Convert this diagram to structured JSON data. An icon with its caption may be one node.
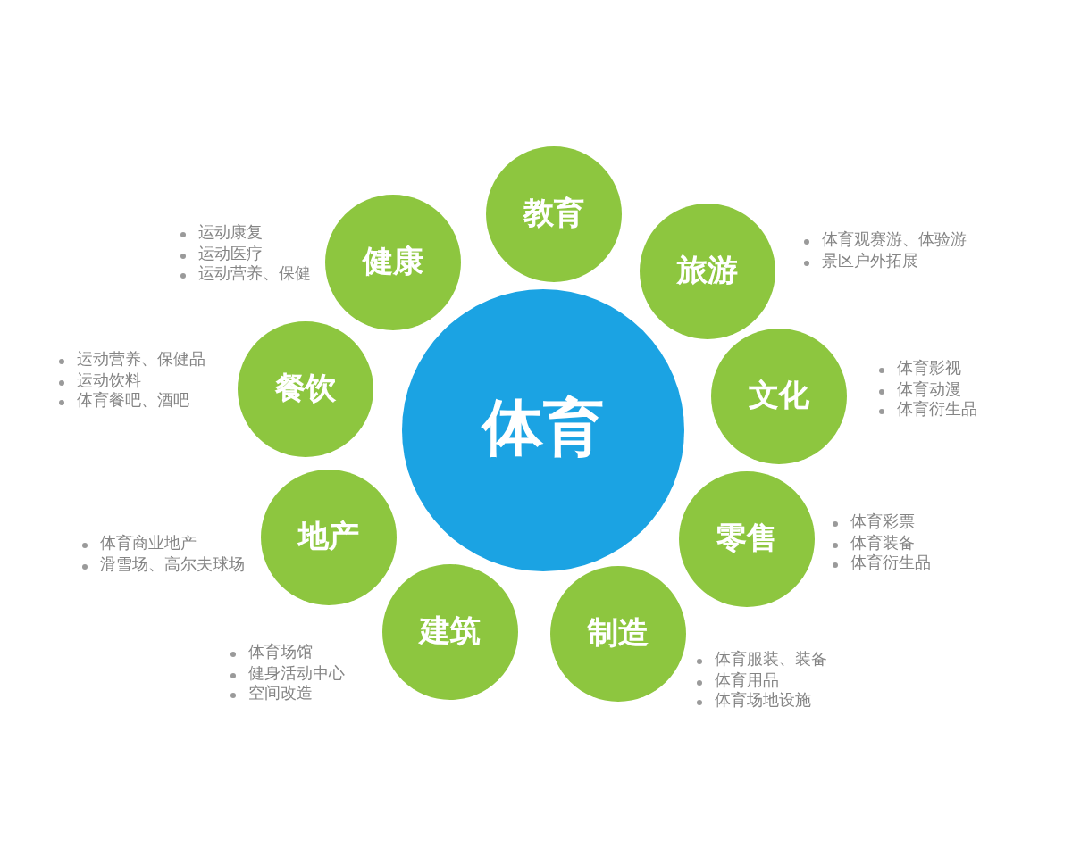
{
  "diagram": {
    "nodes": [
      {
        "text": [
          "体育"
        ]
      },
      {
        "text": [
          "教育"
        ]
      },
      {
        "text": [
          "旅游"
        ],
        "beside": [
          "体育观赛游、体验游",
          "景区户外拓展"
        ]
      },
      {
        "text": [
          "文化"
        ],
        "beside": [
          "体育影视",
          "体育动漫",
          "体育衍生品"
        ]
      },
      {
        "text": [
          "零售"
        ],
        "beside": [
          "体育彩票",
          "体育装备",
          "体育衍生品"
        ]
      },
      {
        "text": [
          "制造"
        ],
        "beside": [
          "体育服装、装备",
          "体育用品",
          "体育场地设施"
        ]
      },
      {
        "text": [
          "建筑"
        ],
        "beside": [
          "体育场馆",
          "健身活动中心",
          "空间改造"
        ]
      },
      {
        "text": [
          "地产"
        ],
        "beside": [
          "体育商业地产",
          "滑雪场、高尔夫球场"
        ]
      },
      {
        "text": [
          "餐饮"
        ],
        "beside": [
          "运动营养、保健品",
          "运动饮料",
          "体育餐吧、酒吧"
        ]
      },
      {
        "text": [
          "健康"
        ],
        "beside": [
          "运动康复",
          "运动医疗",
          "运动营养、保健"
        ]
      }
    ]
  }
}
